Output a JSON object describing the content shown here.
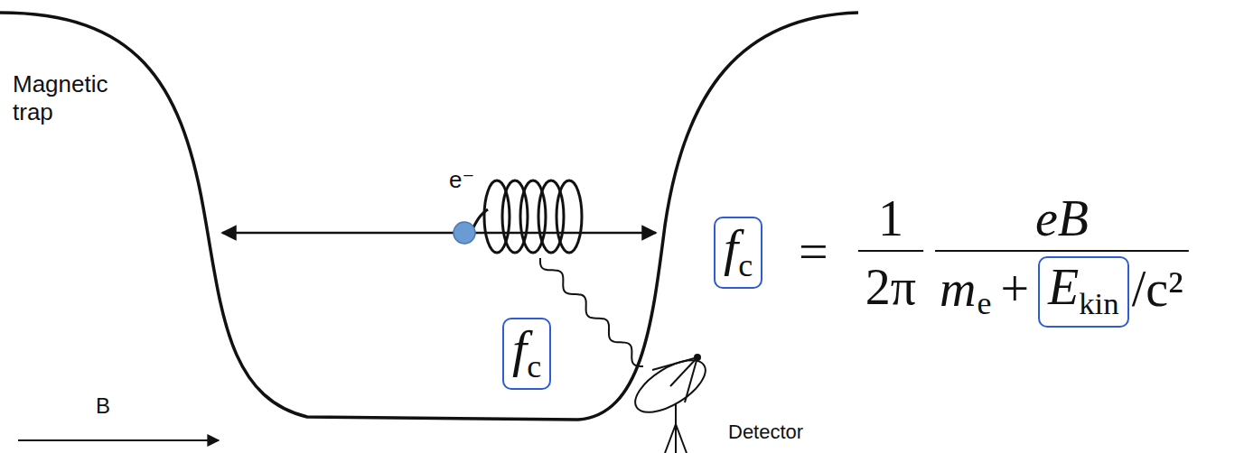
{
  "diagram": {
    "nodes": [
      {
        "text": [
          "f",
          "c"
        ]
      },
      {
        "text": [
          "f",
          "c"
        ]
      },
      {
        "text": [
          "E",
          "kin"
        ]
      }
    ],
    "labels": [
      "Magnetic trap",
      "e⁻",
      "B",
      "Detector",
      "=",
      "1",
      "2π",
      "eB",
      "m",
      "e",
      "+",
      "/c²"
    ]
  }
}
